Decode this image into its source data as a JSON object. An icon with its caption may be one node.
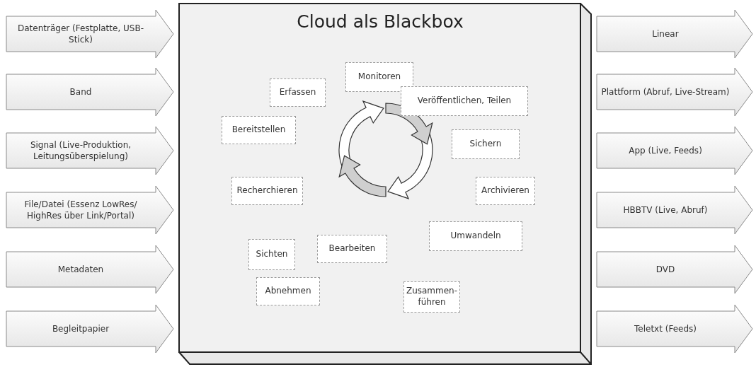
{
  "diagram": {
    "nodes": [
      {
        "text": [
          "Datenträger (Festplatte, USB-Stick)"
        ]
      },
      {
        "text": [
          "Band"
        ]
      },
      {
        "text": [
          "Signal (Live-Produktion, Leitungsüberspielung)"
        ]
      },
      {
        "text": [
          "File/Datei (Essenz LowRes/ HighRes über Link/Portal)"
        ]
      },
      {
        "text": [
          "Metadaten"
        ]
      },
      {
        "text": [
          "Begleitpapier"
        ]
      },
      {
        "text": [
          "Cloud als Blackbox"
        ]
      },
      {
        "text": [
          "Monitoren"
        ],
        "in": 6
      },
      {
        "text": [
          "Erfassen"
        ],
        "in": 6
      },
      {
        "text": [
          "Veröffentlichen, Teilen"
        ],
        "in": 6
      },
      {
        "text": [
          "Bereitstellen"
        ],
        "in": 6
      },
      {
        "text": [
          "Sichern"
        ],
        "in": 6
      },
      {
        "text": [
          "Recherchieren"
        ],
        "in": 6
      },
      {
        "text": [
          "Archivieren"
        ],
        "in": 6
      },
      {
        "text": [
          "Umwandeln"
        ],
        "in": 6
      },
      {
        "text": [
          "Sichten"
        ],
        "in": 6
      },
      {
        "text": [
          "Bearbeiten"
        ],
        "in": 6
      },
      {
        "text": [
          "Zusammen- führen"
        ],
        "in": 6
      },
      {
        "text": [
          "Abnehmen"
        ],
        "in": 6
      },
      {
        "text": [
          "Linear"
        ]
      },
      {
        "text": [
          "Plattform (Abruf, Live-Stream)"
        ]
      },
      {
        "text": [
          "App (Live, Feeds)"
        ]
      },
      {
        "text": [
          "HBBTV (Live, Abruf)"
        ]
      },
      {
        "text": [
          "DVD"
        ]
      },
      {
        "text": [
          "Teletxt (Feeds)"
        ]
      }
    ],
    "edges": []
  }
}
